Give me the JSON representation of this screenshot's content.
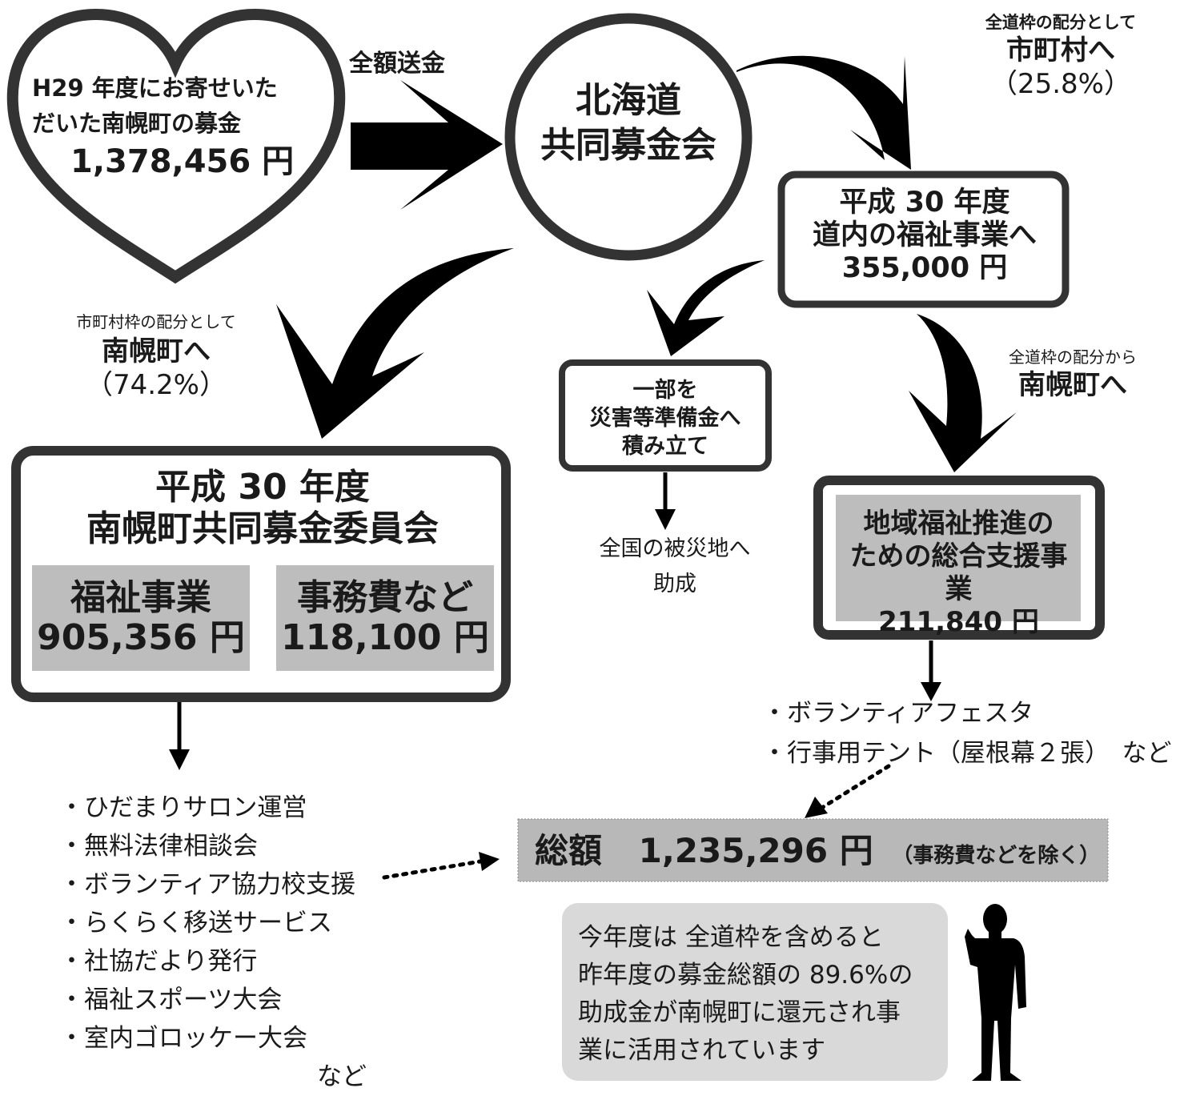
{
  "heart": {
    "line1": "H29 年度にお寄せいた",
    "line2": "だいた南幌町の募金",
    "amount": "1,378,456 円"
  },
  "send_all_label": "全額送金",
  "hokkaido": {
    "line1": "北海道",
    "line2": "共同募金会"
  },
  "top_right": {
    "small": "全道枠の配分として",
    "dest": "市町村へ",
    "pct": "（25.8%）"
  },
  "pref_welfare": {
    "line1": "平成 30 年度",
    "line2": "道内の福祉事業へ",
    "line3": "355,000 円"
  },
  "disaster": {
    "line1": "一部を",
    "line2": "災害等準備金へ",
    "line3": "積み立て"
  },
  "nationwide": {
    "line1": "全国の被災地へ",
    "line2": "助成"
  },
  "left_label": {
    "small": "市町村枠の配分として",
    "dest": "南幌町へ",
    "pct": "（74.2%）"
  },
  "right_label": {
    "small": "全道枠の配分から",
    "dest": "南幌町へ"
  },
  "committee": {
    "line1": "平成 30 年度",
    "line2": "南幌町共同募金委員会",
    "welfare_label": "福祉事業",
    "welfare_amount": "905,356 円",
    "admin_label": "事務費など",
    "admin_amount": "118,100 円"
  },
  "regional": {
    "line1": "地域福祉推進の",
    "line2": "ための総合支援事業",
    "line3": "211,840 円"
  },
  "left_list": [
    "・ひだまりサロン運営",
    "・無料法律相談会",
    "・ボランティア協力校支援",
    "・らくらく移送サービス",
    "・社協だより発行",
    "・福祉スポーツ大会",
    "・室内ゴロッケー大会"
  ],
  "left_list_etc": "など",
  "right_list": [
    "・ボランティアフェスタ",
    "・行事用テント（屋根幕２張）　など"
  ],
  "total": {
    "label": "総額",
    "amount": "1,235,296 円",
    "note": "（事務費などを除く）"
  },
  "note": {
    "line1": "今年度は 全道枠を含めると",
    "line2": "昨年度の募金総額の 89.6%の",
    "line3": "助成金が南幌町に還元され事",
    "line4": "業に活用されています"
  }
}
